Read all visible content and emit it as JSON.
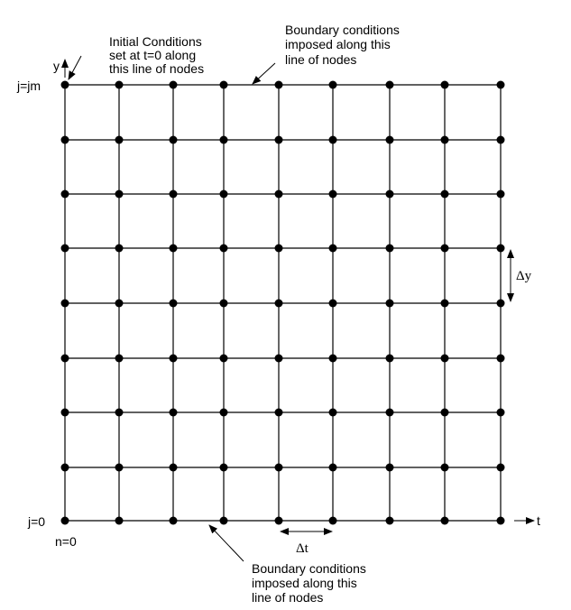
{
  "grid": {
    "columns": 9,
    "rows": 9,
    "line_color": "#000000",
    "node_color": "#000000"
  },
  "labels": {
    "initial_conditions": [
      "Initial Conditions",
      "set at t=0 along",
      "this line of nodes"
    ],
    "boundary_top": [
      "Boundary conditions",
      "imposed along this",
      "line of nodes"
    ],
    "boundary_bottom": [
      "Boundary conditions",
      "imposed along this",
      "line of nodes"
    ],
    "y_axis": "y",
    "t_axis": "t",
    "j_top": "j=jm",
    "j_bottom": "j=0",
    "n_start": "n=0",
    "delta_y": "Δy",
    "delta_t": "Δt"
  }
}
